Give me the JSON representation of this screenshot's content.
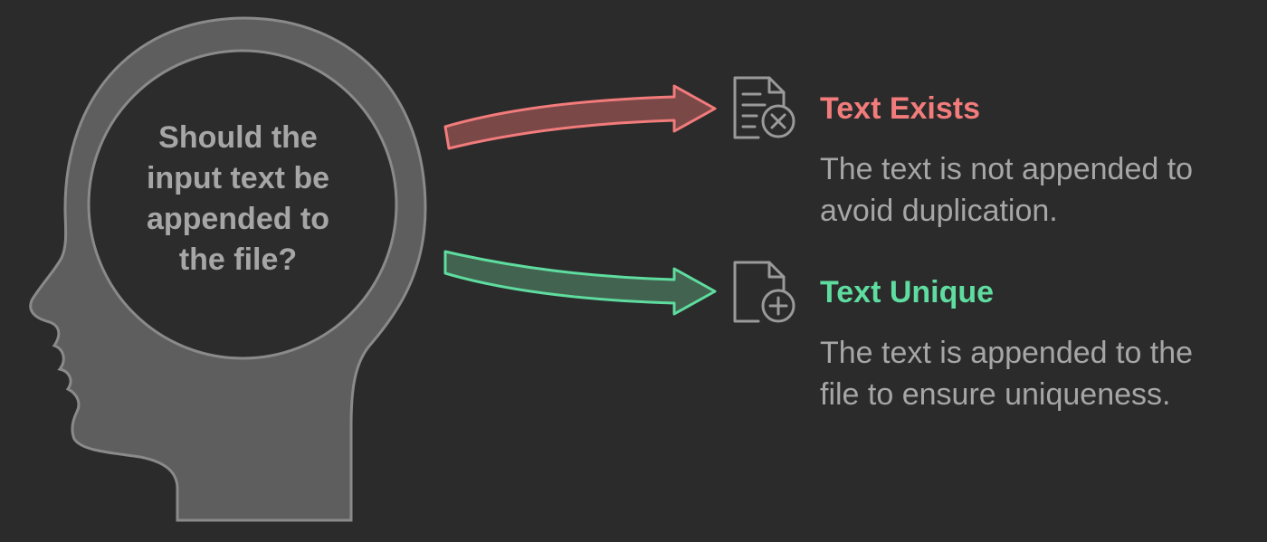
{
  "question": {
    "line1": "Should the",
    "line2": "input text be",
    "line3": "appended to",
    "line4": "the file?"
  },
  "options": [
    {
      "title": "Text Exists",
      "desc_line1": "The text is not appended to",
      "desc_line2": "avoid duplication.",
      "icon": "document-remove-icon",
      "color": "#f27b7b",
      "arrow_fill": "#7b4848"
    },
    {
      "title": "Text Unique",
      "desc_line1": "The text is appended to the",
      "desc_line2": "file to ensure uniqueness.",
      "icon": "document-add-icon",
      "color": "#5fdc9f",
      "arrow_fill": "#42634f"
    }
  ],
  "colors": {
    "background": "#2b2b2b",
    "head_fill": "#5e5e5e",
    "head_stroke": "#8a8a8a",
    "icon_stroke": "#9a9a9a",
    "text_gray": "#a6a6a6"
  }
}
